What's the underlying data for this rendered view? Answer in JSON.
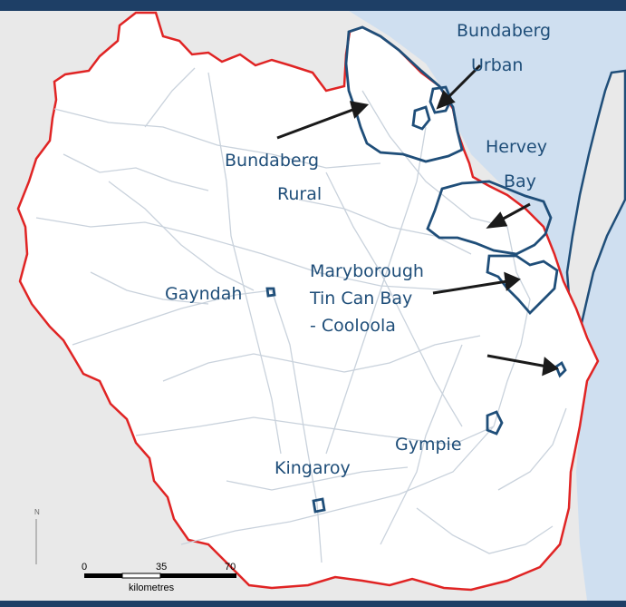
{
  "colors": {
    "sea": "#cfdff0",
    "land_outside": "#e9e9e9",
    "region_fill": "#ffffff",
    "region_border": "#e02424",
    "roads": "#c9d2dc",
    "urban_outline": "#1f4e79",
    "label": "#1f4e79",
    "frame_bar": "#1e3f66"
  },
  "labels": {
    "bundaberg_urban": [
      "Bundaberg",
      "Urban"
    ],
    "bundaberg_rural": [
      "Bundaberg",
      "Rural"
    ],
    "hervey_bay": [
      "Hervey",
      "Bay"
    ],
    "maryborough": "Maryborough",
    "tin_can_bay": [
      "Tin Can Bay",
      "- Cooloola"
    ],
    "gayndah": "Gayndah",
    "gympie": "Gympie",
    "kingaroy": "Kingaroy"
  },
  "scale_bar": {
    "ticks": [
      "0",
      "35",
      "70"
    ],
    "unit": "kilometres"
  },
  "north_arrow": "N"
}
